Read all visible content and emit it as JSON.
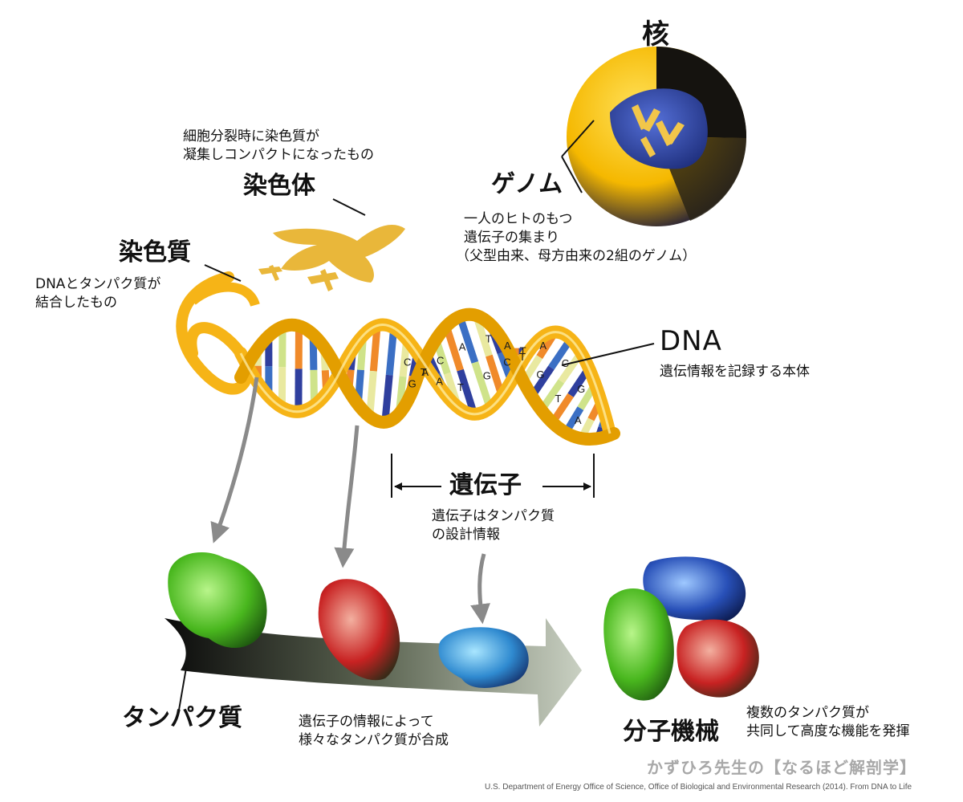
{
  "nucleus": {
    "title": "核"
  },
  "genome": {
    "title": "ゲノム",
    "desc": [
      "一人のヒトのもつ",
      "遺伝子の集まり",
      "（父型由来、母方由来の2組のゲノム）"
    ]
  },
  "chromosome": {
    "title": "染色体",
    "desc": [
      "細胞分裂時に染色質が",
      "凝集しコンパクトになったもの"
    ]
  },
  "chromatin": {
    "title": "染色質",
    "desc": [
      "DNAとタンパク質が",
      "結合したもの"
    ]
  },
  "dna": {
    "title": "DNA",
    "desc": "遺伝情報を記録する本体",
    "bases": [
      "C",
      "G",
      "T",
      "A",
      "A",
      "C",
      "T",
      "A",
      "G",
      "T",
      "C",
      "A",
      "T",
      "T",
      "A",
      "G",
      "C",
      "T",
      "G",
      "A"
    ]
  },
  "gene": {
    "title": "遺伝子",
    "desc": [
      "遺伝子はタンパク質",
      "の設計情報"
    ]
  },
  "protein": {
    "title": "タンパク質"
  },
  "synthesis": {
    "desc": [
      "遺伝子の情報によって",
      "様々なタンパク質が合成"
    ]
  },
  "machine": {
    "title": "分子機械",
    "desc": [
      "複数のタンパク質が",
      "共同して高度な機能を発揮"
    ]
  },
  "branding": {
    "site": "かずひろ先生の【なるほど解剖学】",
    "credit": "U.S. Department of Energy Office of Science, Office of Biological and Environmental Research (2014). From DNA to Life"
  },
  "colors": {
    "ribbon": "#f6b417",
    "ribbon_edge": "#c98a00",
    "chromosome": "#e9b73a",
    "nucleus_blue": "#2f4aa8",
    "base_pairs": [
      "#2f3f9e",
      "#cfe38a",
      "#f08a2a",
      "#3b6fc4",
      "#e9e9a0"
    ]
  }
}
